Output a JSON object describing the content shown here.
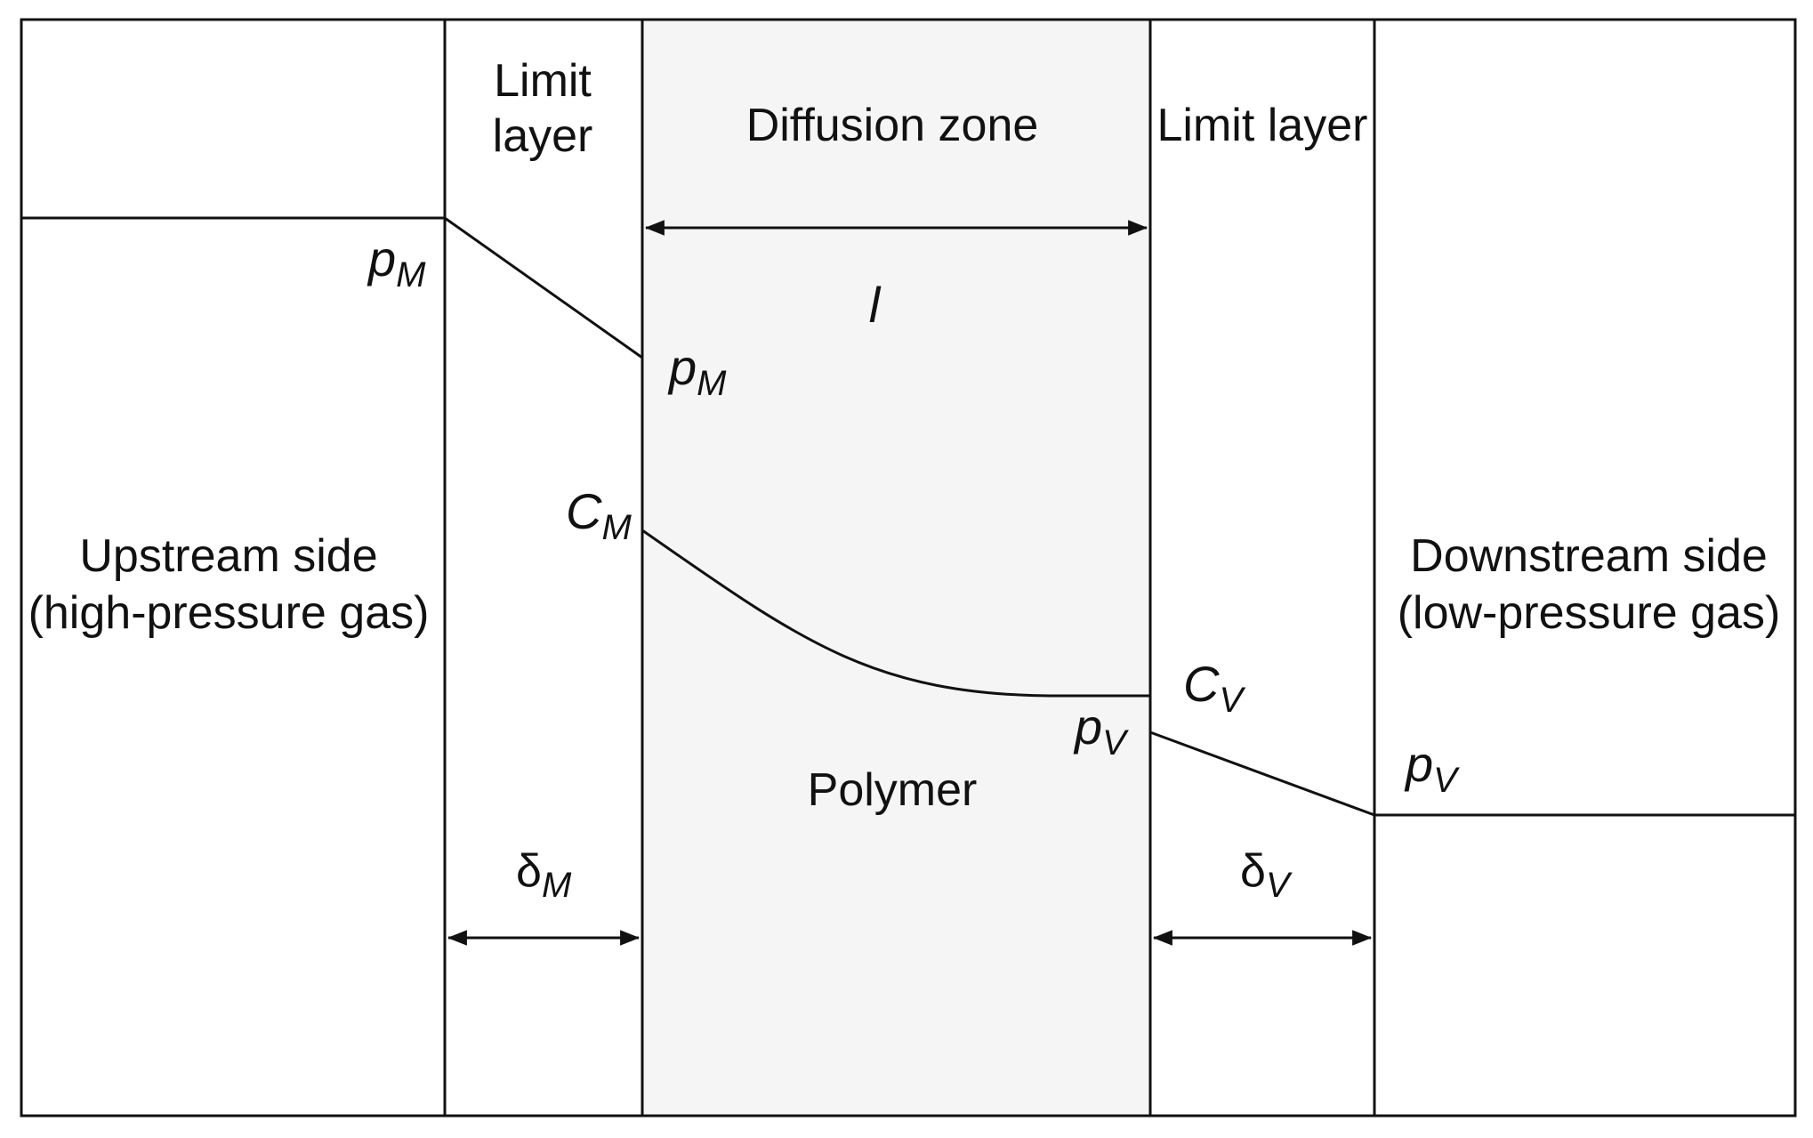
{
  "diagram": {
    "colors": {
      "line": "#111111",
      "polymer_fill": "#f5f5f5",
      "background": "#ffffff"
    },
    "regions": {
      "upstream": {
        "line1": "Upstream side",
        "line2": "(high-pressure gas)"
      },
      "limit_layer_left": {
        "line1": "Limit",
        "line2": "layer"
      },
      "diffusion": {
        "title": "Diffusion zone",
        "thickness_symbol": "l",
        "material": "Polymer"
      },
      "limit_layer_right": {
        "label": "Limit layer"
      },
      "downstream": {
        "line1": "Downstream side",
        "line2": "(low-pressure gas)"
      }
    },
    "symbols": {
      "p_upstream": {
        "base": "p",
        "sub": "M"
      },
      "p_interface_left": {
        "base": "p",
        "sub": "M"
      },
      "c_left": {
        "base": "C",
        "sub": "M"
      },
      "c_right": {
        "base": "C",
        "sub": "V"
      },
      "p_interface_right": {
        "base": "p",
        "sub": "V"
      },
      "p_downstream": {
        "base": "p",
        "sub": "V"
      },
      "delta_left": {
        "base": "δ",
        "sub": "M"
      },
      "delta_right": {
        "base": "δ",
        "sub": "V"
      }
    }
  }
}
